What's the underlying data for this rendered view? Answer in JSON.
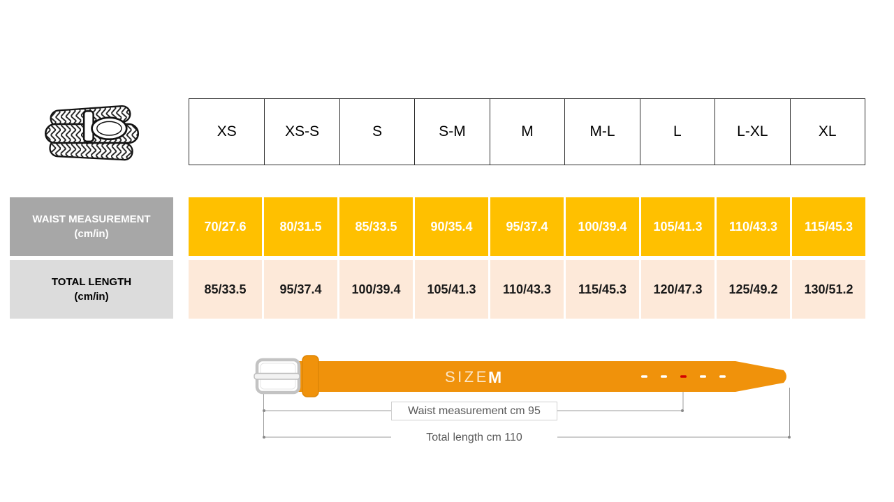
{
  "colors": {
    "gold": "#FFC000",
    "peach": "#FDE9D9",
    "label_dark_gray": "#A7A7A7",
    "label_light_gray": "#DCDCDC",
    "belt_orange": "#F0920B",
    "marked_hole_red": "#D40000",
    "annotation_gray": "#595959"
  },
  "icons": {
    "product": "braided-belt-icon"
  },
  "size_chart": {
    "sizes": [
      "XS",
      "XS-S",
      "S",
      "S-M",
      "M",
      "M-L",
      "L",
      "L-XL",
      "XL"
    ],
    "waist_row": {
      "label": "WAIST MEASUREMENT",
      "unit": "(cm/in)",
      "values": [
        "70/27.6",
        "80/31.5",
        "85/33.5",
        "90/35.4",
        "95/37.4",
        "100/39.4",
        "105/41.3",
        "110/43.3",
        "115/45.3"
      ]
    },
    "length_row": {
      "label": "TOTAL LENGTH",
      "unit": "(cm/in)",
      "values": [
        "85/33.5",
        "95/37.4",
        "100/39.4",
        "105/41.3",
        "110/43.3",
        "115/45.3",
        "120/47.3",
        "125/49.2",
        "130/51.2"
      ]
    }
  },
  "belt_diagram": {
    "size_label": "SIZE",
    "size_value": "M",
    "waist_annotation": "Waist measurement cm 95",
    "length_annotation": "Total length cm 110",
    "holes_count": 5,
    "marked_hole": 3
  }
}
